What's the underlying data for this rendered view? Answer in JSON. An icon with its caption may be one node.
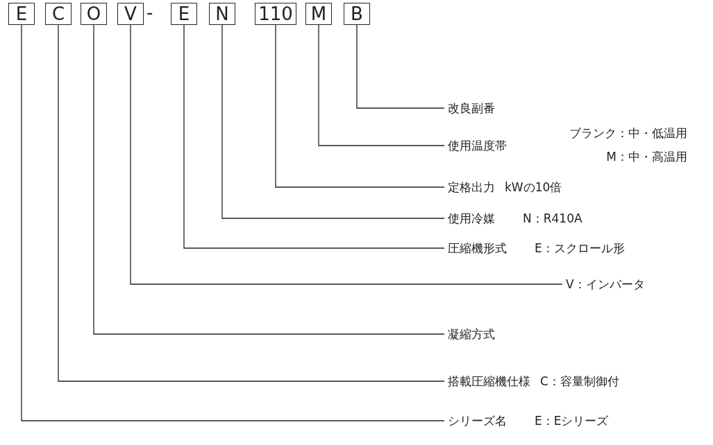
{
  "diagram": {
    "nodes": [
      {
        "text": [
          "E"
        ]
      },
      {
        "text": [
          "C"
        ]
      },
      {
        "text": [
          "O"
        ]
      },
      {
        "text": [
          "V"
        ]
      },
      {
        "text": [
          "E"
        ]
      },
      {
        "text": [
          "N"
        ]
      },
      {
        "text": [
          "110"
        ]
      },
      {
        "text": [
          "M"
        ]
      },
      {
        "text": [
          "B"
        ]
      },
      {
        "text": [
          "改良副番"
        ]
      },
      {
        "text": [
          "使用温度帯"
        ],
        "beside": [
          "ブランク：中・低温用",
          "M：中・高温用"
        ]
      },
      {
        "text": [
          "定格出力"
        ],
        "beside": [
          "kWの10倍"
        ]
      },
      {
        "text": [
          "使用冷媒"
        ],
        "beside": [
          "N：R410A"
        ]
      },
      {
        "text": [
          "圧縮機形式"
        ],
        "beside": [
          "E：スクロール形"
        ]
      },
      {
        "text": [
          "V：インバータ"
        ]
      },
      {
        "text": [
          "凝縮方式"
        ]
      },
      {
        "text": [
          "搭載圧縮機仕様"
        ],
        "beside": [
          "C：容量制御付"
        ]
      },
      {
        "text": [
          "シリーズ名"
        ],
        "beside": [
          "E：Eシリーズ"
        ]
      }
    ],
    "edges": [
      {
        "from": 8,
        "to": 9,
        "arrow": "none"
      },
      {
        "from": 7,
        "to": 10,
        "arrow": "none"
      },
      {
        "from": 6,
        "to": 11,
        "arrow": "none"
      },
      {
        "from": 5,
        "to": 12,
        "arrow": "none"
      },
      {
        "from": 4,
        "to": 13,
        "arrow": "none"
      },
      {
        "from": 3,
        "to": 14,
        "arrow": "none"
      },
      {
        "from": 2,
        "to": 15,
        "arrow": "none"
      },
      {
        "from": 1,
        "to": 16,
        "arrow": "none"
      },
      {
        "from": 0,
        "to": 17,
        "arrow": "none"
      }
    ],
    "labels": [
      "-"
    ]
  }
}
